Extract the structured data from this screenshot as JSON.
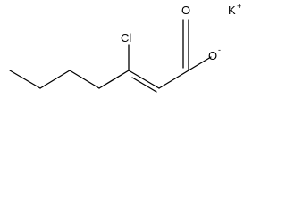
{
  "molecule": {
    "atoms": {
      "chlorine": "Cl",
      "carbonyl_oxygen": "O",
      "carboxylate_oxygen": "O",
      "carboxylate_charge": "-",
      "counter_ion": "K",
      "counter_ion_charge": "+"
    },
    "colors": {
      "bond": "#000000",
      "text": "#000000",
      "background": "#ffffff"
    }
  }
}
